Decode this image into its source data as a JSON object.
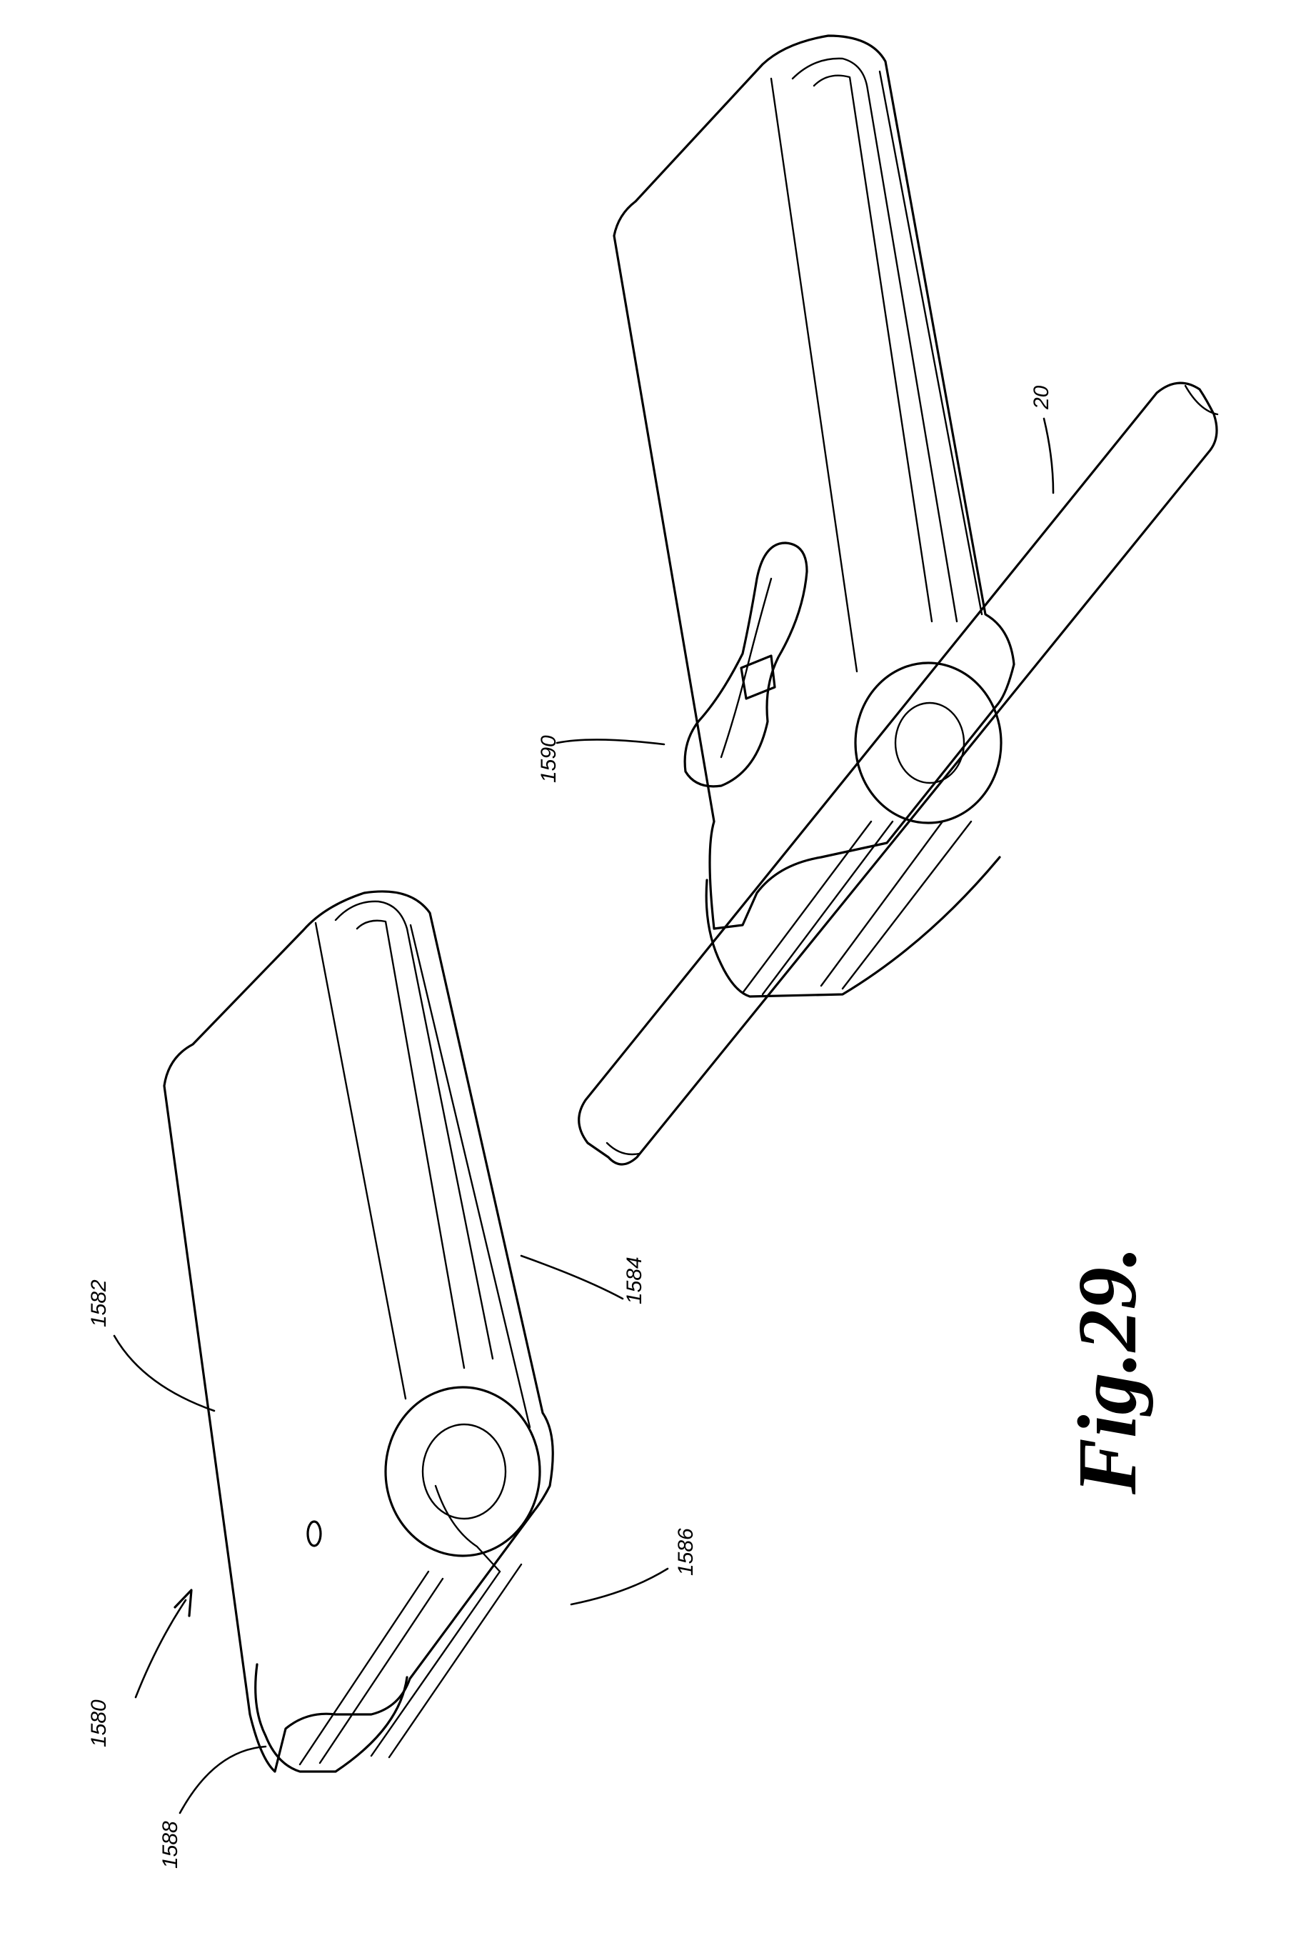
{
  "figure": {
    "caption": "Fig.29.",
    "labels": {
      "assembly": "1580",
      "top_surface": "1582",
      "side_edge": "1584",
      "end_profile": "1586",
      "end_cap": "1588",
      "latch": "1590",
      "rod": "20"
    }
  }
}
